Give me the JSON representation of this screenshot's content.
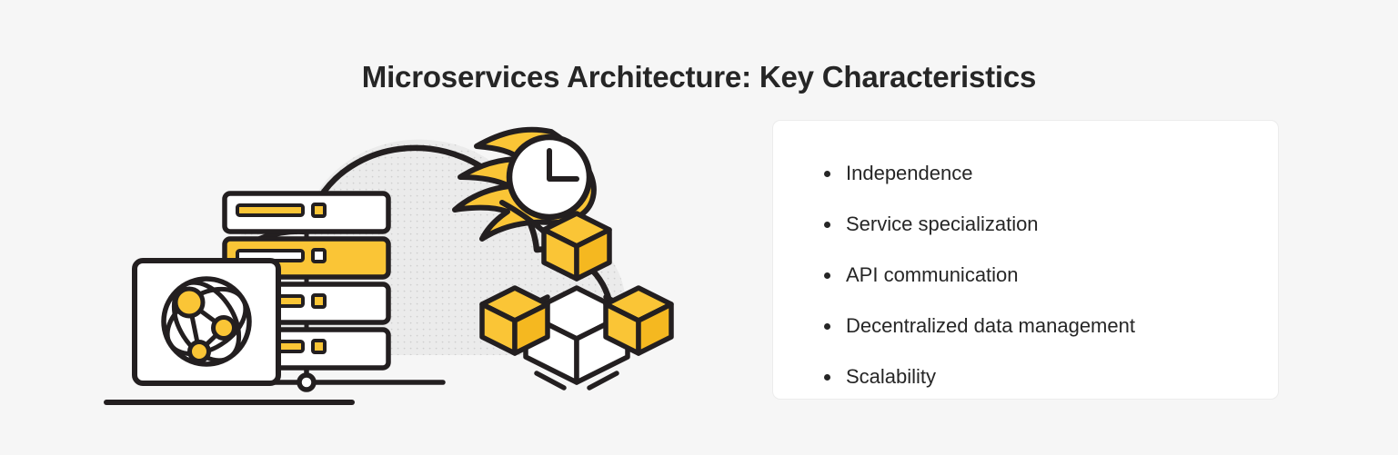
{
  "header": {
    "title": "Microservices Architecture: Key Characteristics"
  },
  "characteristics_card": {
    "items": [
      {
        "label": "Independence"
      },
      {
        "label": "Service specialization"
      },
      {
        "label": "API communication"
      },
      {
        "label": "Decentralized data management"
      },
      {
        "label": "Scalability"
      }
    ]
  },
  "illustration": {
    "alt": "Cloud with server racks, network globe, flaming clock and connected cubes",
    "elements": [
      {
        "name": "cloud-shape"
      },
      {
        "name": "server-rack-stack"
      },
      {
        "name": "network-globe-icon"
      },
      {
        "name": "flame-clock-icon"
      },
      {
        "name": "connected-cubes-icon"
      },
      {
        "name": "ground-line"
      }
    ]
  },
  "colors": {
    "page_background": "#f6f6f6",
    "card_background": "#ffffff",
    "card_border": "#ececec",
    "text": "#262626",
    "accent_yellow": "#fac536",
    "stroke_dark": "#231f20",
    "cloud_fill": "#ebebeb"
  }
}
